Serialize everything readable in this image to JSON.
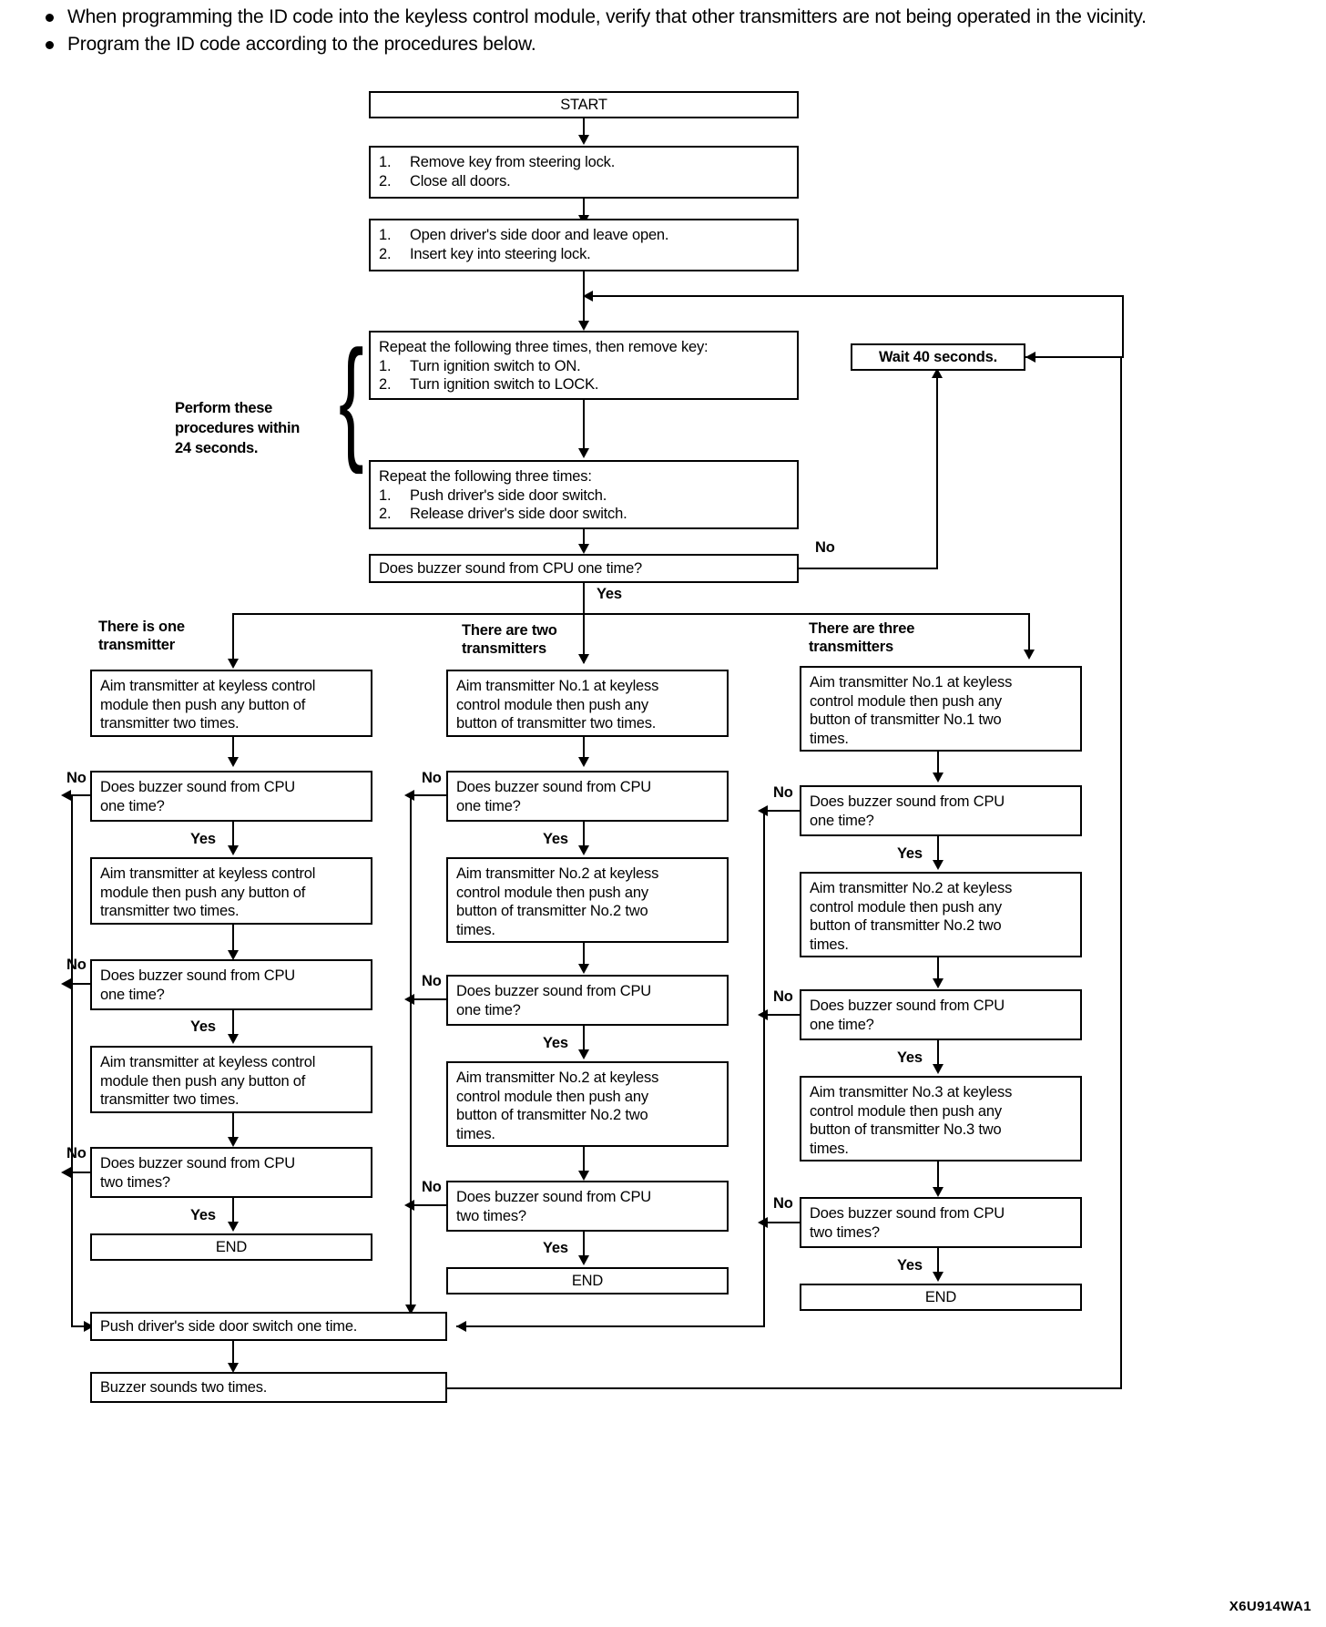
{
  "notes": {
    "bullets": [
      "When programming the ID code into the keyless control module, verify that other transmitters are not being operated in the vicinity.",
      "Program the ID code according to the procedures below."
    ]
  },
  "flowchart": {
    "title_start": "START",
    "step_remove": {
      "item1_num": "1.",
      "item1": "Remove key from steering lock.",
      "item2_num": "2.",
      "item2": "Close all doors."
    },
    "step_open": {
      "item1_num": "1.",
      "item1": "Open driver's side door and leave open.",
      "item2_num": "2.",
      "item2": "Insert key into steering lock."
    },
    "step_ignition": {
      "head": "Repeat the following three times, then remove key:",
      "item1_num": "1.",
      "item1": "Turn ignition switch to ON.",
      "item2_num": "2.",
      "item2": "Turn ignition switch to LOCK."
    },
    "step_doorswitch": {
      "head": "Repeat the following three times:",
      "item1_num": "1.",
      "item1": "Push driver's side door switch.",
      "item2_num": "2.",
      "item2": "Release driver's side door switch."
    },
    "wait_box": "Wait 40 seconds.",
    "main_decision": "Does buzzer sound from CPU one time?",
    "timing_note": "Perform these\nprocedures within\n24 seconds.",
    "yes_label": "Yes",
    "no_label": "No",
    "end_label": "END",
    "branch_headers": {
      "one": "There is one\ntransmitter",
      "two": "There are two\ntransmitters",
      "three": "There are three\ntransmitters"
    },
    "decision_one": "Does buzzer sound from CPU\none time?",
    "decision_two": "Does buzzer sound from CPU\ntwo times?",
    "column_one": {
      "action1": "Aim transmitter at keyless control\nmodule then push any button of\ntransmitter two times.",
      "action2": "Aim transmitter at keyless control\nmodule then push any button of\ntransmitter two times.",
      "action3": "Aim transmitter at keyless control\nmodule then push any button of\ntransmitter two times."
    },
    "column_two": {
      "action1": "Aim transmitter No.1 at keyless\ncontrol module then push any\nbutton of transmitter two times.",
      "action2": "Aim transmitter No.2 at keyless\ncontrol module then push any\nbutton of transmitter No.2 two\ntimes.",
      "action3": "Aim transmitter No.2 at keyless\ncontrol module then push any\nbutton of transmitter No.2 two\ntimes."
    },
    "column_three": {
      "action1": "Aim transmitter No.1 at keyless\ncontrol module then push any\nbutton of transmitter No.1 two\ntimes.",
      "action2": "Aim transmitter No.2 at keyless\ncontrol module then push any\nbutton of transmitter No.2 two\ntimes.",
      "action3": "Aim transmitter No.3 at keyless\ncontrol module then push any\nbutton of transmitter No.3 two\ntimes."
    },
    "footer_push": "Push driver's side door switch one time.",
    "footer_buzzer": "Buzzer sounds two times."
  },
  "document_code": "X6U914WA1"
}
